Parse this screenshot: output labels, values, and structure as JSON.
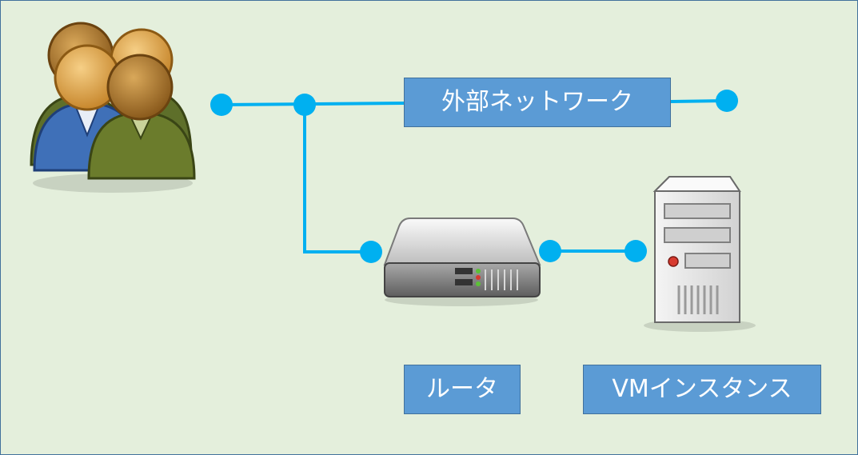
{
  "labels": {
    "external_network": "外部ネットワーク",
    "router": "ルータ",
    "vm_instance": "VMインスタンス"
  },
  "colors": {
    "background": "#e4efdc",
    "line": "#00b0f0",
    "label_fill": "#5b9bd5",
    "label_border": "#41719c",
    "label_text": "#ffffff"
  },
  "icons": [
    "users-icon",
    "router-icon",
    "server-icon"
  ]
}
